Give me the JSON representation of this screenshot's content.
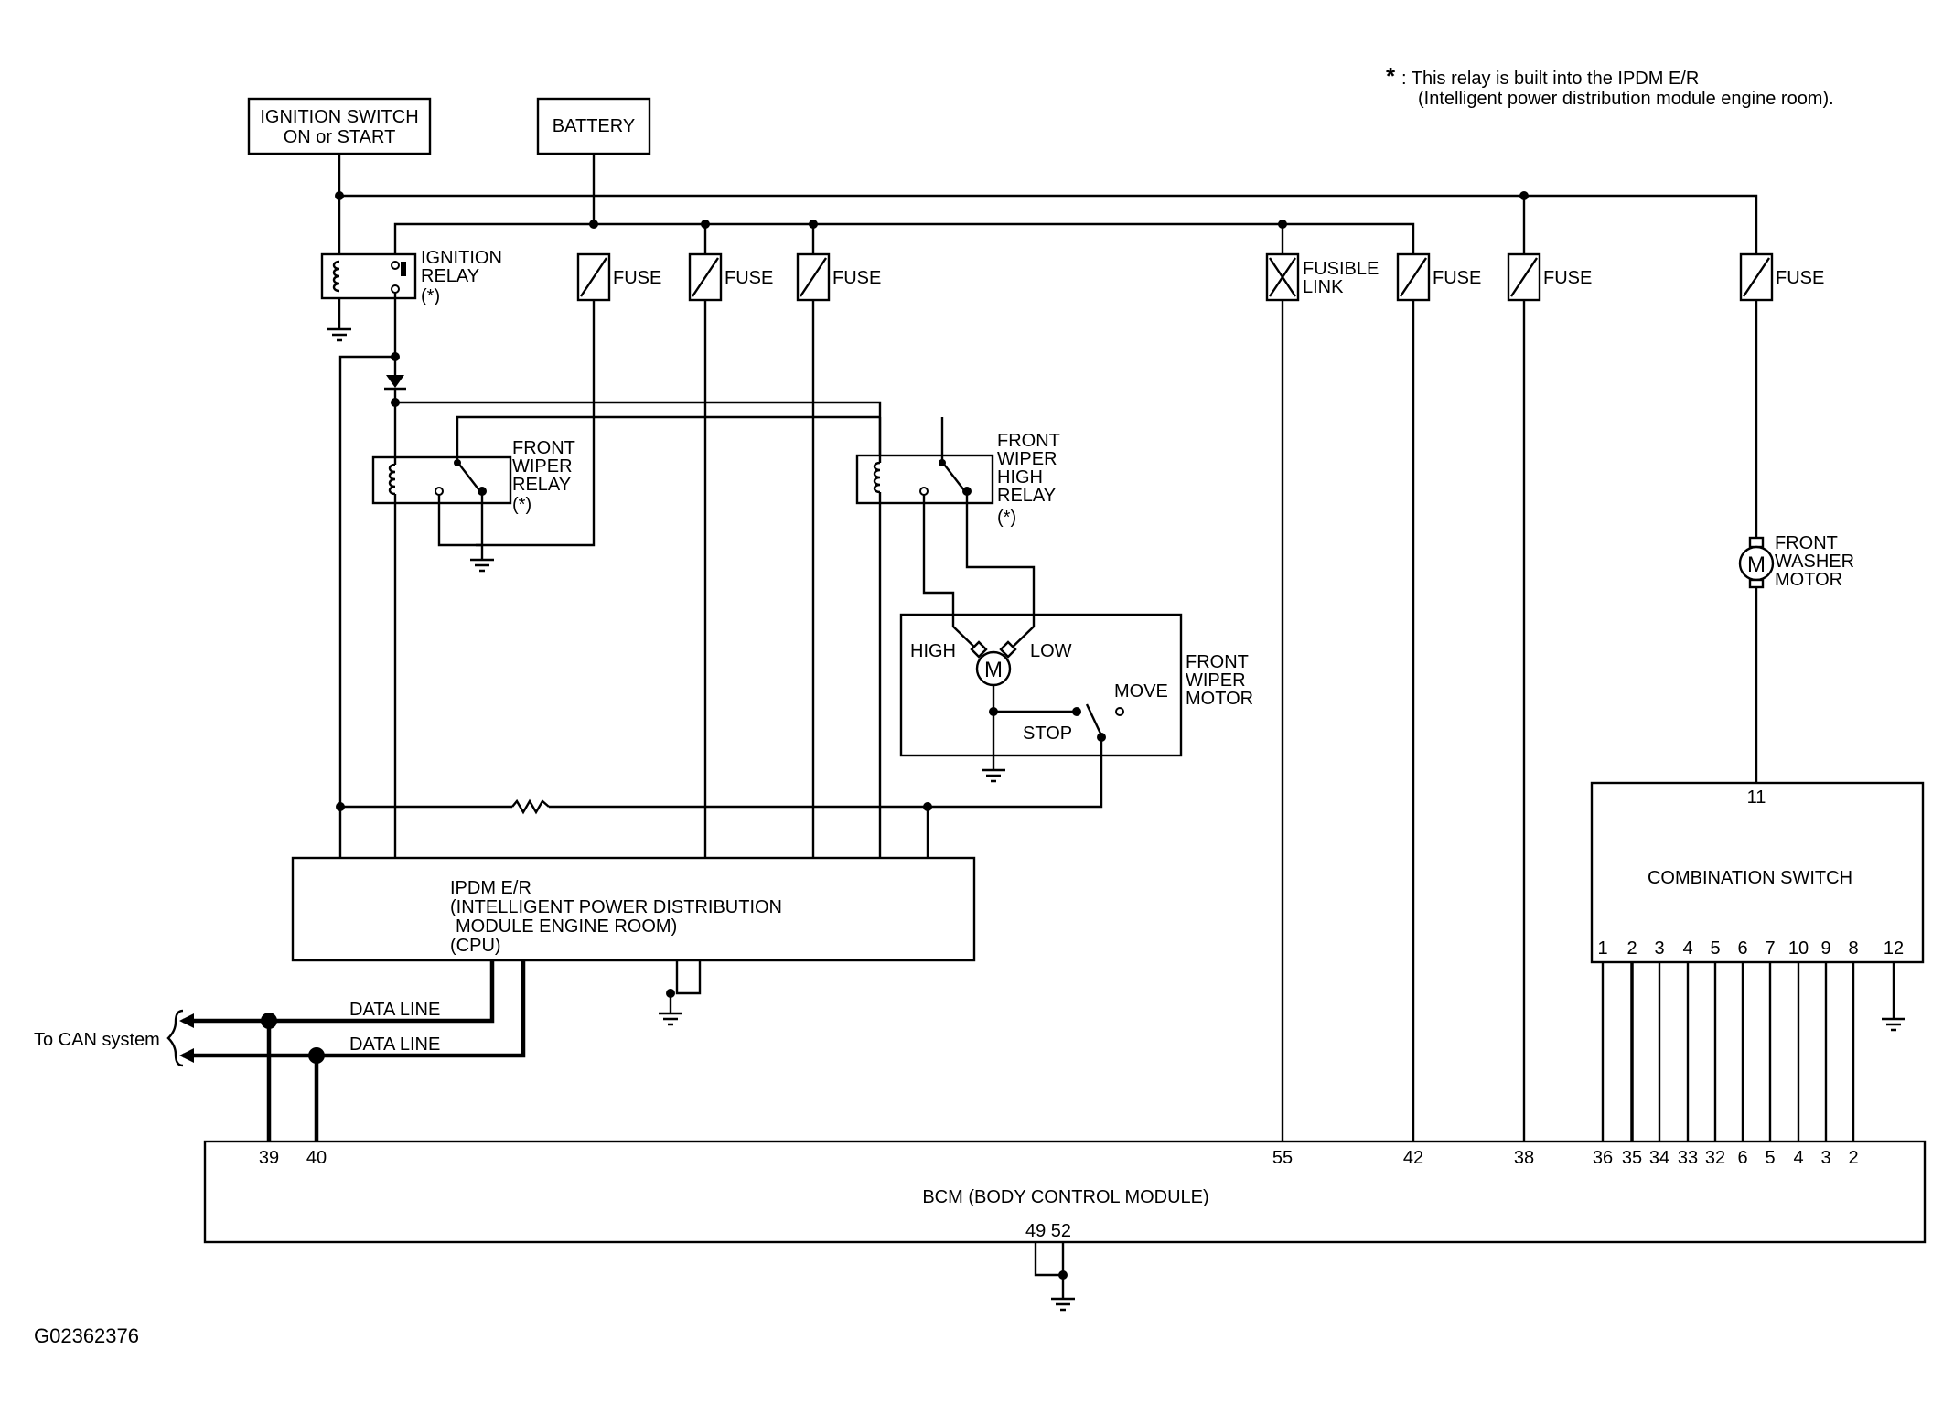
{
  "figure_id": "G02362376",
  "note": {
    "symbol": "*",
    "line1": ": This relay is built into the IPDM E/R",
    "line2": "(Intelligent power distribution module engine room)."
  },
  "ignition_switch": {
    "line1": "IGNITION SWITCH",
    "line2": "ON or START"
  },
  "battery": "BATTERY",
  "ignition_relay": {
    "line1": "IGNITION",
    "line2": "RELAY",
    "line3": "(*)"
  },
  "fuse_label": "FUSE",
  "fusible_link": {
    "line1": "FUSIBLE",
    "line2": "LINK"
  },
  "front_wiper_relay": {
    "line1": "FRONT",
    "line2": "WIPER",
    "line3": "RELAY",
    "line4": "(*)"
  },
  "front_wiper_high_relay": {
    "line1": "FRONT",
    "line2": "WIPER",
    "line3": "HIGH",
    "line4": "RELAY",
    "line5": "(*)"
  },
  "front_washer_motor": {
    "line1": "FRONT",
    "line2": "WASHER",
    "line3": "MOTOR"
  },
  "front_wiper_motor": {
    "line1": "FRONT",
    "line2": "WIPER",
    "line3": "MOTOR",
    "high": "HIGH",
    "low": "LOW",
    "move": "MOVE",
    "stop": "STOP"
  },
  "motor_symbol": "M",
  "ipdm": {
    "line1": "IPDM E/R",
    "line2": "(INTELLIGENT POWER DISTRIBUTION",
    "line3": "MODULE ENGINE ROOM)",
    "line4": "(CPU)"
  },
  "combination_switch": {
    "title": "COMBINATION SWITCH",
    "top_pin": "11",
    "pins": [
      "1",
      "2",
      "3",
      "4",
      "5",
      "6",
      "7",
      "10",
      "9",
      "8",
      "12"
    ]
  },
  "can": {
    "label": "To CAN system",
    "data_line": "DATA LINE"
  },
  "bcm": {
    "title": "BCM (BODY CONTROL MODULE)",
    "pins_left": [
      "39",
      "40"
    ],
    "pins_right": [
      "55",
      "42",
      "38",
      "36",
      "35",
      "34",
      "33",
      "32",
      "6",
      "5",
      "4",
      "3",
      "2"
    ],
    "ground_pins": "49 52"
  }
}
